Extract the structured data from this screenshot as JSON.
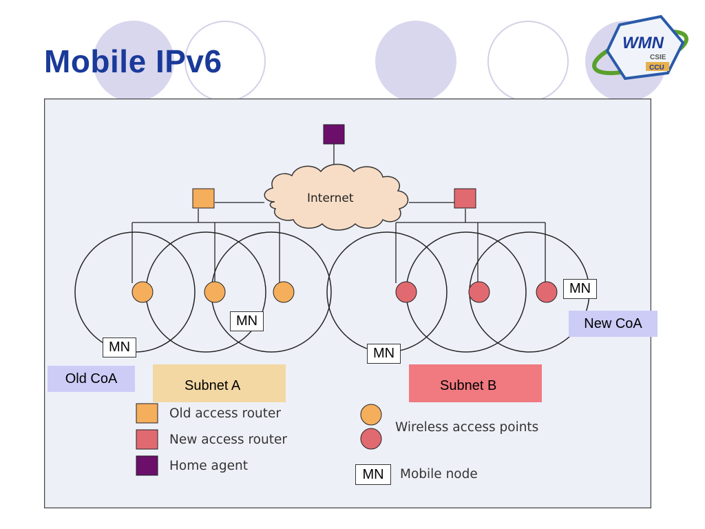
{
  "slide": {
    "title": "Mobile IPv6",
    "logo_text": {
      "main": "WMN",
      "sub1": "CSIE",
      "sub2": "CCU"
    }
  },
  "diagram": {
    "cloud_label": "Internet",
    "mobile_node_label": "MN",
    "old_coa_label": "Old CoA",
    "new_coa_label": "New CoA",
    "subnet_a_label": "Subnet A",
    "subnet_b_label": "Subnet B",
    "legend": {
      "old_access_router": "Old access router",
      "new_access_router": "New access router",
      "home_agent": "Home agent",
      "wireless_access_points": "Wireless access points",
      "mobile_node_key": "MN",
      "mobile_node": "Mobile node"
    },
    "colors": {
      "old": "#f5ae5c",
      "new": "#e06a70",
      "home_agent": "#6b0f6b",
      "panel": "#eef0f8",
      "subnet_a": "#f3d8a4",
      "subnet_b": "#f07a80",
      "coa": "#ccccf7"
    }
  }
}
